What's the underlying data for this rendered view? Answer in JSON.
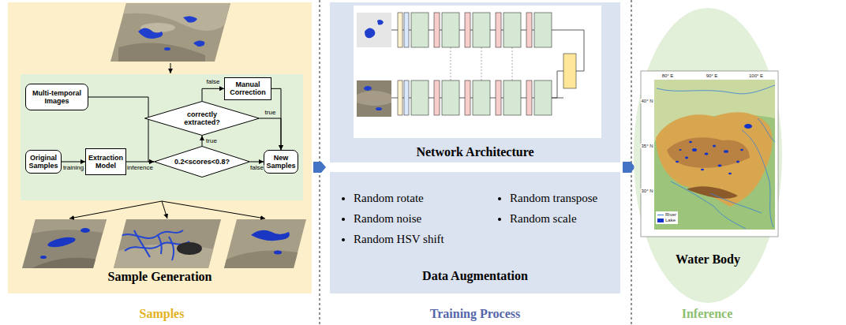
{
  "diagram": {
    "nodes": [
      {
        "text": [
          "Sample Generation"
        ]
      },
      {
        "text": [
          "Multi-temporal Images"
        ],
        "in": 0
      },
      {
        "text": [
          "Manual Correction"
        ],
        "in": 0
      },
      {
        "text": [
          "correctly extracted?"
        ],
        "in": 0
      },
      {
        "text": [
          "Original Samples"
        ],
        "in": 0
      },
      {
        "text": [
          "Extraction Model"
        ],
        "in": 0
      },
      {
        "text": [
          "0.2<scores<0.8?"
        ],
        "in": 0
      },
      {
        "text": [
          "New Samples"
        ],
        "in": 0
      },
      {
        "text": [
          "Network Architecture"
        ]
      },
      {
        "text": [
          "Random rotate",
          "Random transpose",
          "Random noise",
          "Random scale",
          "Random HSV shift",
          "Data Augmentation"
        ]
      },
      {
        "text": [
          "Water Body"
        ]
      }
    ],
    "edges": [
      {
        "from": 4,
        "to": 5,
        "arrow": "to",
        "label": "training"
      },
      {
        "from": 5,
        "to": 6,
        "arrow": "to",
        "label": "inference"
      },
      {
        "from": 1,
        "to": 6,
        "arrow": "to"
      },
      {
        "from": 6,
        "to": 3,
        "arrow": "to",
        "label": "true"
      },
      {
        "from": 6,
        "to": 7,
        "arrow": "to",
        "label": "false"
      },
      {
        "from": 3,
        "to": 2,
        "arrow": "to",
        "label": "false"
      },
      {
        "from": 3,
        "to": 7,
        "arrow": "to",
        "label": "true"
      },
      {
        "from": 2,
        "to": 7,
        "arrow": "to"
      }
    ],
    "labels": [
      "Samples",
      "Training Process",
      "Inference",
      "80° E",
      "90° E",
      "100° E",
      "40° N",
      "35° N",
      "30° N"
    ],
    "legend": [
      {
        "text": "River"
      },
      {
        "text": "Lake",
        "color": "#1433c8"
      }
    ]
  }
}
